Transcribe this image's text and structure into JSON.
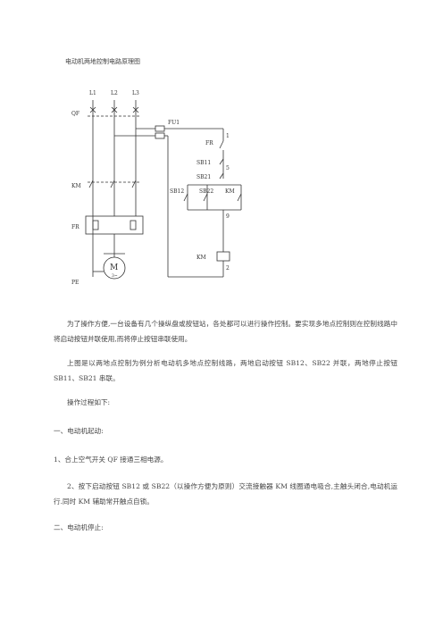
{
  "document": {
    "title": "电动机两地控制电路原理图",
    "paragraphs": {
      "p1": "为了操作方便,一台设备有几个操纵盘或按钮站，各处都可以进行操作控制。要实现多地点控制则在控制线路中将启动按钮并联使用,而将停止按钮串联使用。",
      "p2": "上图是以两地点控制为例分析电动机多地点控制线路，两地启动按钮 SB12、SB22 并联，两地停止按钮 SB11、SB21 串联。",
      "p3": "操作过程如下:",
      "h1": "一、电动机起动:",
      "s1": "1、合上空气开关 QF 接通三相电源。",
      "p4": "2、按下启动按钮 SB12 或 SB22（以操作方便为原则）交流接触器 KM 线圈通电吸合,主触头闭合,电动机运行.同时 KM 辅助常开触点自锁。",
      "h2": "二、电动机停止:"
    }
  },
  "diagram": {
    "labels": {
      "l1": "L1",
      "l2": "L2",
      "l3": "L3",
      "qf": "QF",
      "fu1": "FU1",
      "km_main": "KM",
      "fr_main": "FR",
      "motor": "M",
      "motor_sub": "3~",
      "pe": "PE",
      "fr_ctrl": "FR",
      "sb11": "SB11",
      "sb21": "SB21",
      "sb12": "SB12",
      "sb22": "SB22",
      "km_aux": "KM",
      "km_coil": "KM",
      "n1": "1",
      "n5": "5",
      "n9": "9",
      "n2": "2"
    }
  }
}
